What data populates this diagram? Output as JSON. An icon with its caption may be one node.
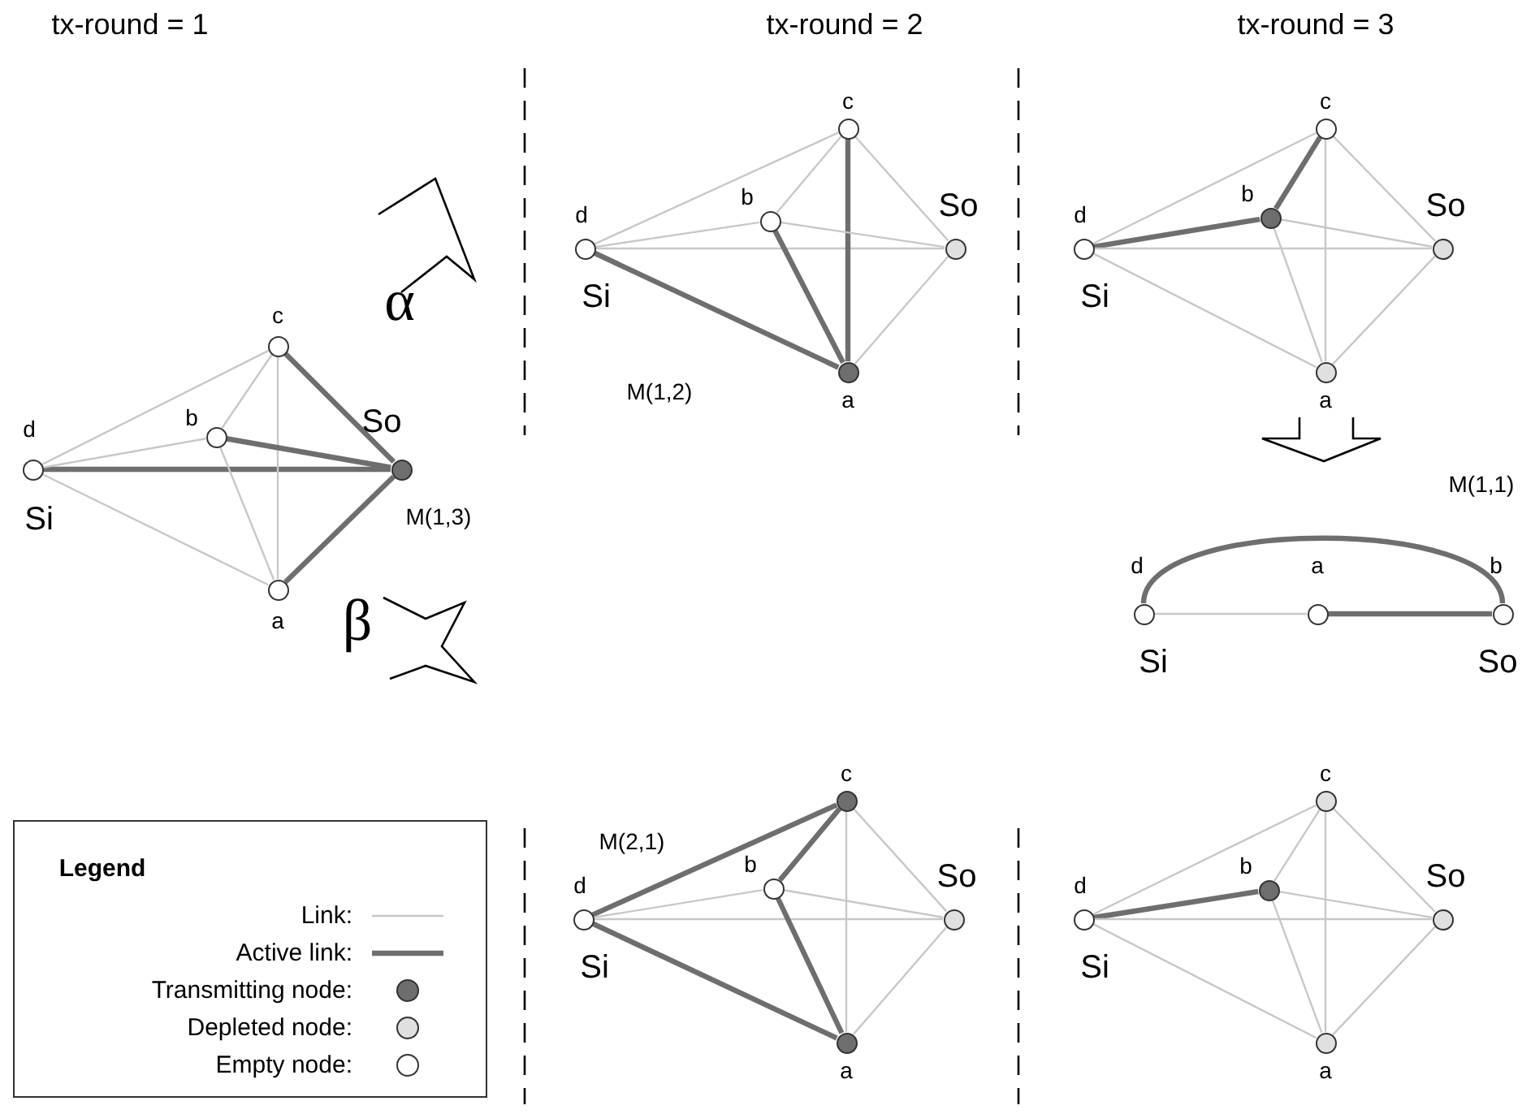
{
  "diagram": {
    "nodes": [
      {
        "text": [
          "d",
          "Si"
        ]
      },
      {
        "text": [
          "c"
        ]
      },
      {
        "text": [
          "b"
        ]
      },
      {
        "text": [
          "So"
        ]
      },
      {
        "text": [
          "a"
        ]
      },
      {
        "text": [
          "d",
          "Si"
        ]
      },
      {
        "text": [
          "c"
        ]
      },
      {
        "text": [
          "b"
        ]
      },
      {
        "text": [
          "So"
        ]
      },
      {
        "text": [
          "a"
        ]
      },
      {
        "text": [
          "d",
          "Si"
        ]
      },
      {
        "text": [
          "c"
        ]
      },
      {
        "text": [
          "b"
        ]
      },
      {
        "text": [
          "So"
        ]
      },
      {
        "text": [
          "a"
        ]
      },
      {
        "text": [
          "d",
          "Si"
        ]
      },
      {
        "text": [
          "a"
        ]
      },
      {
        "text": [
          "b",
          "So"
        ]
      },
      {
        "text": [
          "d",
          "Si"
        ]
      },
      {
        "text": [
          "c"
        ]
      },
      {
        "text": [
          "b"
        ]
      },
      {
        "text": [
          "So"
        ]
      },
      {
        "text": [
          "a"
        ]
      },
      {
        "text": [
          "d",
          "Si"
        ]
      },
      {
        "text": [
          "c"
        ]
      },
      {
        "text": [
          "b"
        ]
      },
      {
        "text": [
          "So"
        ]
      },
      {
        "text": [
          "a"
        ]
      }
    ],
    "edges": [
      {
        "from": 0,
        "to": 1,
        "arrow": "none"
      },
      {
        "from": 3,
        "to": 0,
        "arrow": "none",
        "style": "thick",
        "color": "#6e6e6e"
      },
      {
        "from": 0,
        "to": 2,
        "arrow": "none"
      },
      {
        "from": 0,
        "to": 4,
        "arrow": "none"
      },
      {
        "from": 1,
        "to": 2,
        "arrow": "none"
      },
      {
        "from": 3,
        "to": 1,
        "arrow": "none",
        "style": "thick",
        "color": "#6e6e6e"
      },
      {
        "from": 1,
        "to": 4,
        "arrow": "none"
      },
      {
        "from": 3,
        "to": 2,
        "arrow": "none",
        "style": "thick",
        "color": "#6e6e6e"
      },
      {
        "from": 2,
        "to": 4,
        "arrow": "none"
      },
      {
        "from": 3,
        "to": 4,
        "arrow": "none",
        "style": "thick",
        "color": "#6e6e6e"
      },
      {
        "from": 5,
        "to": 6,
        "arrow": "none"
      },
      {
        "from": 5,
        "to": 7,
        "arrow": "none"
      },
      {
        "from": 5,
        "to": 8,
        "arrow": "none"
      },
      {
        "from": 9,
        "to": 5,
        "arrow": "none",
        "style": "thick",
        "color": "#6e6e6e"
      },
      {
        "from": 6,
        "to": 7,
        "arrow": "none"
      },
      {
        "from": 6,
        "to": 8,
        "arrow": "none"
      },
      {
        "from": 9,
        "to": 6,
        "arrow": "none",
        "style": "thick",
        "color": "#6e6e6e"
      },
      {
        "from": 7,
        "to": 8,
        "arrow": "none"
      },
      {
        "from": 9,
        "to": 7,
        "arrow": "none",
        "style": "thick",
        "color": "#6e6e6e"
      },
      {
        "from": 8,
        "to": 9,
        "arrow": "none"
      },
      {
        "from": 10,
        "to": 11,
        "arrow": "none"
      },
      {
        "from": 12,
        "to": 10,
        "arrow": "none",
        "style": "thick",
        "color": "#6e6e6e"
      },
      {
        "from": 10,
        "to": 13,
        "arrow": "none"
      },
      {
        "from": 10,
        "to": 14,
        "arrow": "none"
      },
      {
        "from": 12,
        "to": 11,
        "arrow": "none",
        "style": "thick",
        "color": "#6e6e6e"
      },
      {
        "from": 11,
        "to": 13,
        "arrow": "none"
      },
      {
        "from": 11,
        "to": 14,
        "arrow": "none"
      },
      {
        "from": 12,
        "to": 13,
        "arrow": "none"
      },
      {
        "from": 12,
        "to": 14,
        "arrow": "none"
      },
      {
        "from": 13,
        "to": 14,
        "arrow": "none"
      },
      {
        "from": 15,
        "to": 16,
        "arrow": "none"
      },
      {
        "from": 16,
        "to": 17,
        "arrow": "none",
        "style": "thick",
        "color": "#6e6e6e"
      },
      {
        "from": 15,
        "to": 17,
        "arrow": "none",
        "style": "thick",
        "color": "#6e6e6e"
      },
      {
        "from": 19,
        "to": 18,
        "arrow": "none",
        "style": "thick",
        "color": "#6e6e6e"
      },
      {
        "from": 18,
        "to": 20,
        "arrow": "none"
      },
      {
        "from": 18,
        "to": 21,
        "arrow": "none"
      },
      {
        "from": 22,
        "to": 18,
        "arrow": "none",
        "style": "thick",
        "color": "#6e6e6e"
      },
      {
        "from": 19,
        "to": 20,
        "arrow": "none",
        "style": "thick",
        "color": "#6e6e6e"
      },
      {
        "from": 19,
        "to": 21,
        "arrow": "none"
      },
      {
        "from": 19,
        "to": 22,
        "arrow": "none"
      },
      {
        "from": 20,
        "to": 21,
        "arrow": "none"
      },
      {
        "from": 22,
        "to": 20,
        "arrow": "none",
        "style": "thick",
        "color": "#6e6e6e"
      },
      {
        "from": 21,
        "to": 22,
        "arrow": "none"
      },
      {
        "from": 23,
        "to": 24,
        "arrow": "none"
      },
      {
        "from": 25,
        "to": 23,
        "arrow": "none",
        "style": "thick",
        "color": "#6e6e6e"
      },
      {
        "from": 23,
        "to": 26,
        "arrow": "none"
      },
      {
        "from": 23,
        "to": 27,
        "arrow": "none"
      },
      {
        "from": 24,
        "to": 25,
        "arrow": "none"
      },
      {
        "from": 24,
        "to": 26,
        "arrow": "none"
      },
      {
        "from": 24,
        "to": 27,
        "arrow": "none"
      },
      {
        "from": 25,
        "to": 26,
        "arrow": "none"
      },
      {
        "from": 25,
        "to": 27,
        "arrow": "none"
      },
      {
        "from": 26,
        "to": 27,
        "arrow": "none"
      }
    ],
    "labels": [
      "tx-round = 1",
      "tx-round = 2",
      "tx-round = 3",
      "α",
      "M(1,2)",
      "M(1,1)",
      "M(1,3)",
      "β",
      "M(2,1)",
      "Legend"
    ],
    "legend": [
      {
        "text": "Link:"
      },
      {
        "text": "Active link:"
      },
      {
        "text": "Transmitting node:",
        "color": "#6e6e6e"
      },
      {
        "text": "Depleted node:",
        "color": "#e0e0e0"
      },
      {
        "text": "Empty node:",
        "color": "#ffffff"
      }
    ]
  }
}
